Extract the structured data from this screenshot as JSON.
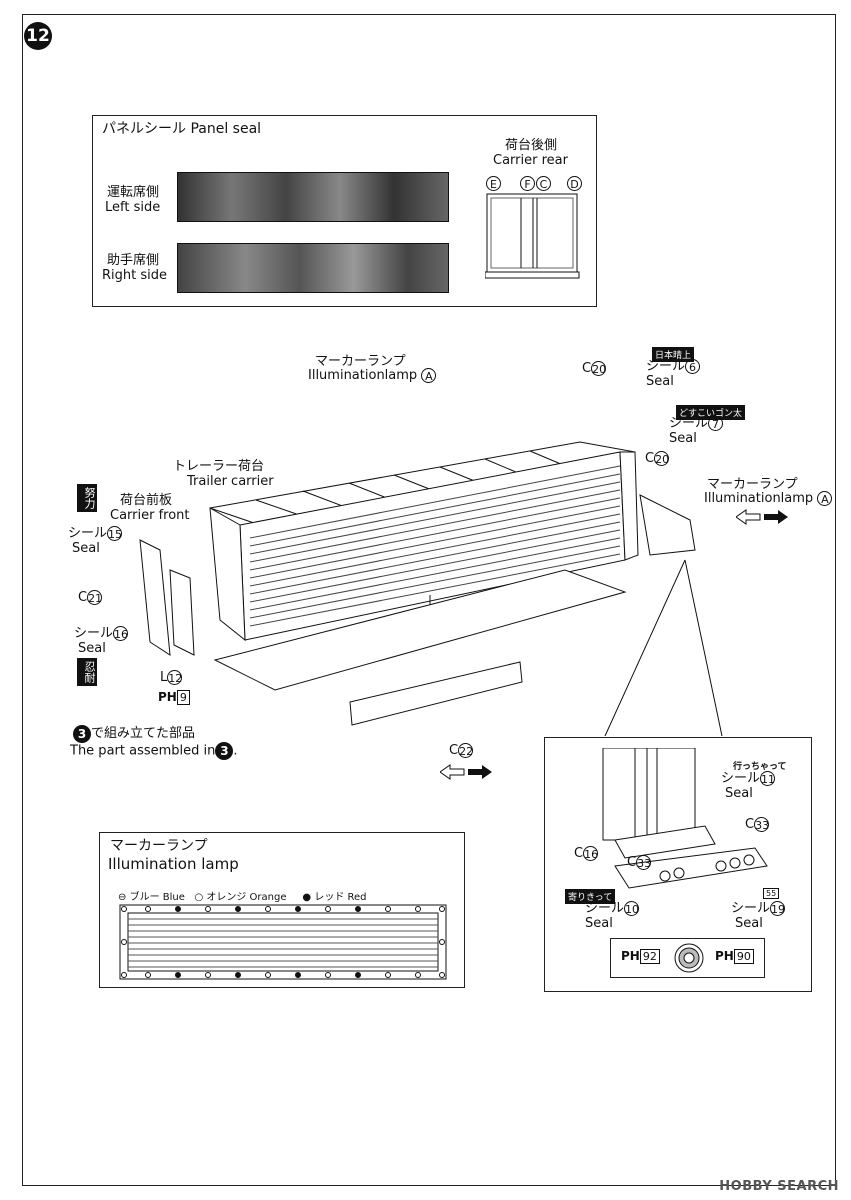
{
  "step_number": "12",
  "panel_seal": {
    "title": "パネルシール  Panel seal",
    "left_label_jp": "運転席側",
    "left_label_en": "Left side",
    "right_label_jp": "助手席側",
    "right_label_en": "Right side",
    "rear_jp": "荷台後側",
    "rear_en": "Carrier rear",
    "rear_letters": [
      "E",
      "F",
      "C",
      "D"
    ]
  },
  "main": {
    "marker_lamp_jp": "マーカーランプ",
    "marker_lamp_en": "Illuminationlamp",
    "marker_lamp_letter": "A",
    "seal_jp": "シール",
    "seal_en": "Seal",
    "seal6_num": "6",
    "seal7_num": "7",
    "seal6_tag": "日本晴上",
    "seal7_tag": "どすこいゴン太",
    "c20_letter": "C",
    "c20_num": "20",
    "trailer_jp": "トレーラー荷台",
    "trailer_en": "Trailer carrier",
    "carrier_front_jp": "荷台前板",
    "carrier_front_en": "Carrier front",
    "seal15_num": "15",
    "c21_letter": "C",
    "c21_num": "21",
    "seal16_num": "16",
    "l12_letter": "L",
    "l12_num": "12",
    "ph9_prefix": "PH",
    "ph9_num": "9",
    "assembled_num": "3",
    "assembled_jp": "で組み立てた部品",
    "assembled_en": "The part assembled in",
    "c22_letter": "C",
    "c22_num": "22",
    "kanji_top": "努力",
    "kanji_bottom": "忍耐"
  },
  "detail": {
    "seal11_tag": "行っちゃって",
    "seal11_num": "11",
    "c33_letter": "C",
    "c33_num": "33",
    "c16_letter": "C",
    "c16_num": "16",
    "seal10_tag": "寄りきって",
    "seal10_num": "10",
    "seal19_num": "19",
    "plate_text": "55",
    "ph92_prefix": "PH",
    "ph92_num": "92",
    "ph90_prefix": "PH",
    "ph90_num": "90"
  },
  "illumination": {
    "title_jp": "マーカーランプ",
    "title_en": "Illumination lamp",
    "legend_blue": "ブルー  Blue",
    "legend_orange": "オレンジ  Orange",
    "legend_red": "レッド  Red"
  },
  "watermark": "HOBBY SEARCH",
  "colors": {
    "ink": "#111111",
    "seal_gray": "#555555"
  }
}
